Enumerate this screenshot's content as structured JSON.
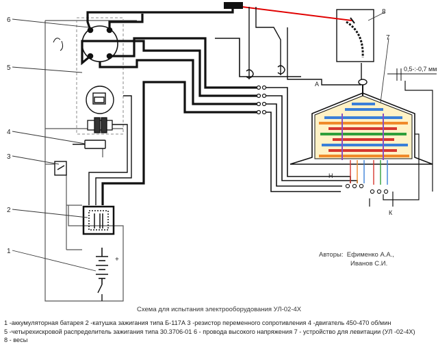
{
  "labels": {
    "n1": "1",
    "n2": "2",
    "n3": "3",
    "n4": "4",
    "n5": "5",
    "n6": "6",
    "n7": "7",
    "n8": "8",
    "plus": "+",
    "gap": "0,5-:-0,7 мм",
    "h": "Н",
    "k": "К",
    "a": "А"
  },
  "authors": {
    "prefix": "Авторы:",
    "line1": "Ефименко А.А.,",
    "line2": "Иванов С.И."
  },
  "caption": "Схема для испытания электрооборудования УЛ-02-4Х",
  "legend": [
    "1 -аккумуляторная батарея  2 -катушка зажигания типа Б-117А  3 -резистор переменного сопротивления  4 -двигатель 450-470 об/мин",
    "5 -четырехискровой распределитель зажигания типа 30.3706-01  6 - провода высокого напряжения  7 - устройство для левитации (УЛ -02-4Х)",
    "8 - весы"
  ],
  "colors": {
    "wire": "#111111",
    "frame": "#555555",
    "dashed": "#777777",
    "red_wire": "#e00000",
    "chamber_fill": "#fff2c6",
    "bars": [
      "#d6372f",
      "#f08a2a",
      "#3a7fd8",
      "#2f9f3a",
      "#8a4fc0"
    ]
  }
}
